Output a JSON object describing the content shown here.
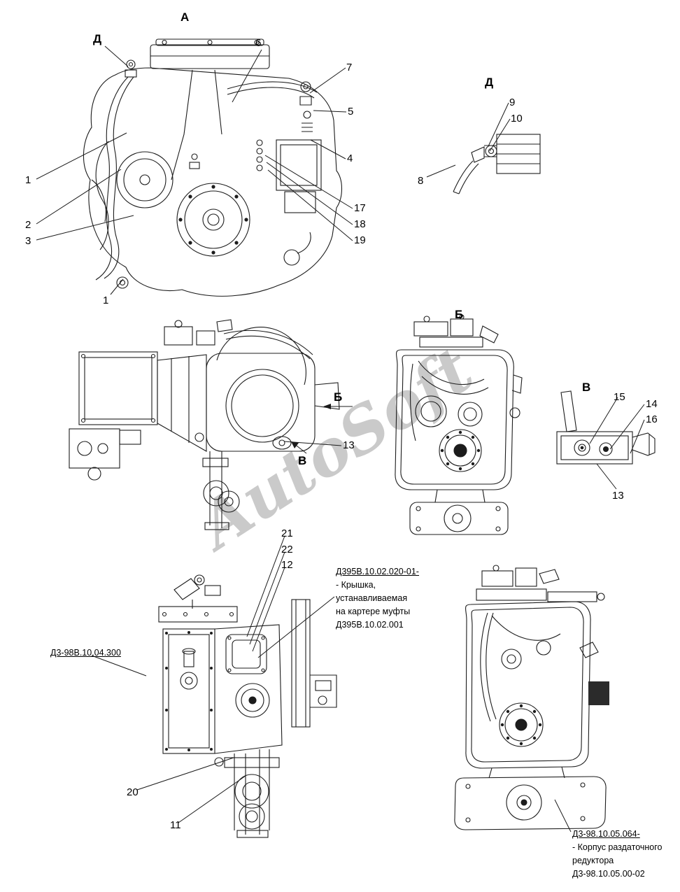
{
  "watermark": "AutoSoft",
  "view_labels": {
    "a": "А",
    "d_marker": "Д",
    "d_detail": "Д",
    "b_view": "Б",
    "b_arrow": "Б",
    "v_view": "В",
    "v_arrow": "В"
  },
  "callouts": {
    "n1_left": "1",
    "n1_bottom": "1",
    "n2": "2",
    "n3": "3",
    "n4": "4",
    "n5": "5",
    "n6": "6",
    "n7": "7",
    "n8": "8",
    "n9": "9",
    "n10": "10",
    "n11": "11",
    "n12": "12",
    "n13_side": "13",
    "n13_detail": "13",
    "n14": "14",
    "n15": "15",
    "n16": "16",
    "n17": "17",
    "n18": "18",
    "n19": "19",
    "n20": "20",
    "n21": "21",
    "n22": "22"
  },
  "part_links": {
    "left_cover": "Д3-98В.10.04.300"
  },
  "notes": {
    "cover": {
      "link": "Д395В.10.02.020-01-",
      "line2": "- Крышка,",
      "line3": "устанавливаемая",
      "line4": "на картере муфты",
      "line5": "Д395В.10.02.001"
    },
    "housing": {
      "link": "Д3-98.10.05.064-",
      "line2": "- Корпус раздаточного",
      "line3": "редуктора",
      "line4": "Д3-98.10.05.00-02"
    }
  }
}
